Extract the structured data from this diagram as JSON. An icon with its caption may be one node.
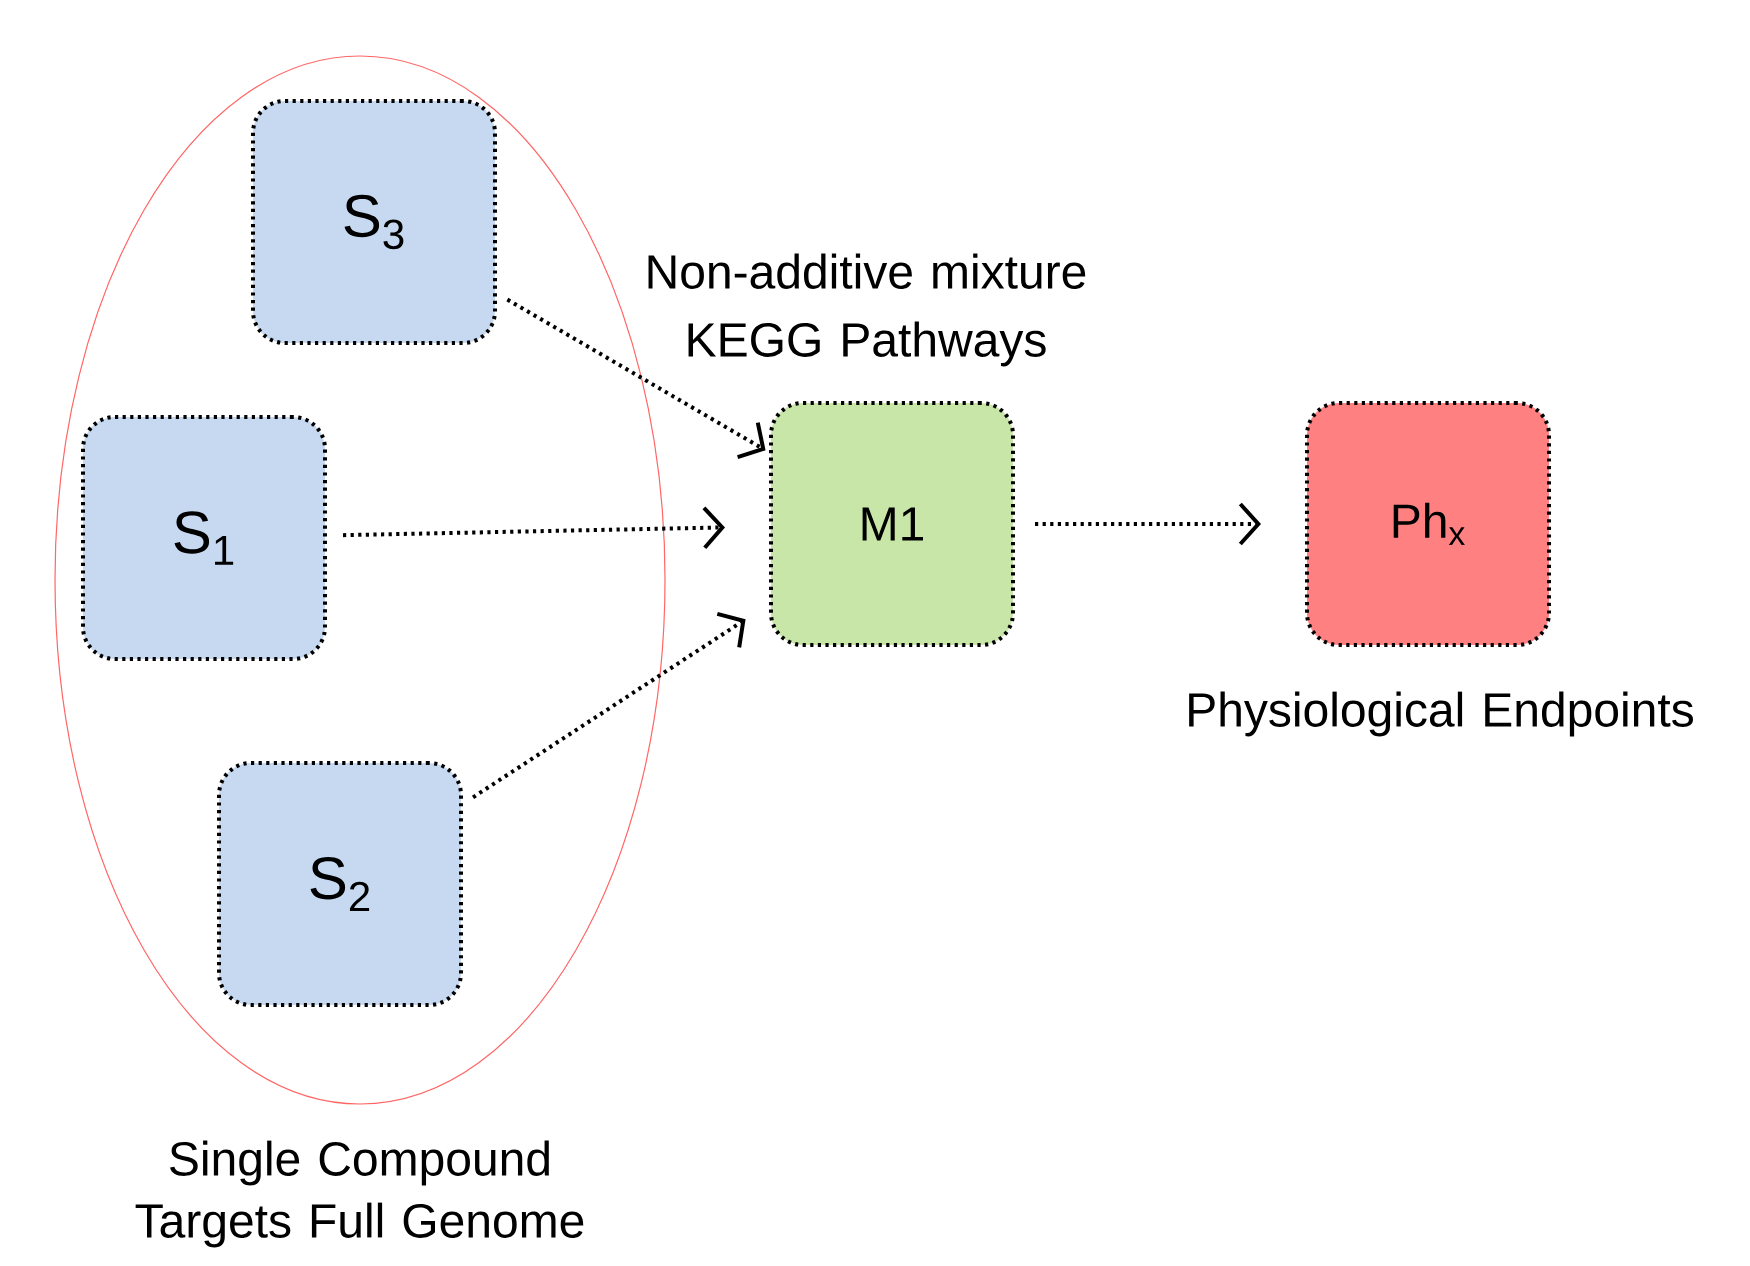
{
  "diagram": {
    "nodes": [
      {
        "text": [
          "Single Compound Targets Full Genome"
        ]
      },
      {
        "text": [
          "S$_{3}$"
        ],
        "in": 0
      },
      {
        "text": [
          "S$_{1}$"
        ],
        "in": 0
      },
      {
        "text": [
          "S$_{2}$"
        ],
        "in": 0
      },
      {
        "text": [
          "M1"
        ],
        "beside": [
          "Non-additive mixture KEGG Pathways"
        ]
      },
      {
        "text": [
          "Ph$_{x}$"
        ],
        "beside": [
          "Physiological Endpoints"
        ]
      }
    ],
    "edges": [
      {
        "from": 1,
        "to": 4,
        "arrow": "to"
      },
      {
        "from": 2,
        "to": 4,
        "arrow": "to"
      },
      {
        "from": 3,
        "to": 4,
        "arrow": "to"
      },
      {
        "from": 4,
        "to": 5,
        "arrow": "to"
      }
    ]
  }
}
